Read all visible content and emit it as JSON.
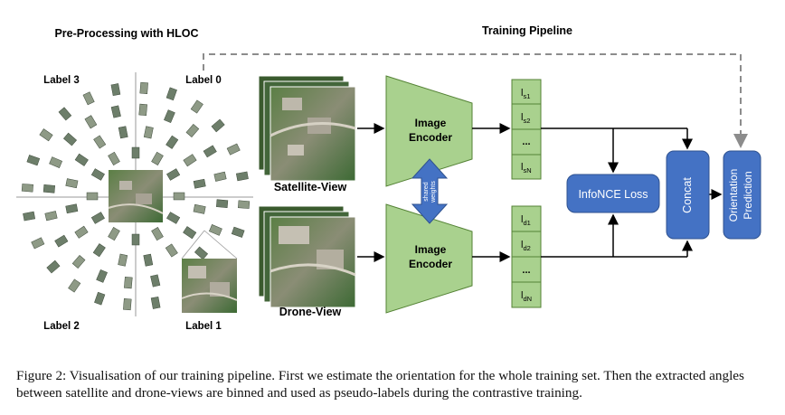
{
  "figure": {
    "preprocessing_title": "Pre-Processing with HLOC",
    "training_title": "Training Pipeline",
    "quadrant_labels": [
      "Label 3",
      "Label 0",
      "Label 2",
      "Label 1"
    ],
    "satellite_view_label": "Satellite-View",
    "drone_view_label": "Drone-View",
    "image_encoder_label": [
      "Image",
      "Encoder"
    ],
    "shared_weights_label": [
      "shared",
      "weights"
    ],
    "satellite_features": [
      {
        "base": "l",
        "sub": "s1"
      },
      {
        "base": "l",
        "sub": "s2"
      },
      {
        "base": "...",
        "sub": ""
      },
      {
        "base": "l",
        "sub": "sN"
      }
    ],
    "drone_features": [
      {
        "base": "l",
        "sub": "d1"
      },
      {
        "base": "l",
        "sub": "d2"
      },
      {
        "base": "...",
        "sub": ""
      },
      {
        "base": "l",
        "sub": "dN"
      }
    ],
    "infonce_label": "InfoNCE Loss",
    "concat_label": "Concat",
    "orientation_label": [
      "Orientation",
      "Prediction"
    ],
    "colors": {
      "encoder_green": "#a9d18e",
      "encoder_border": "#548235",
      "blue_box": "#4472c4",
      "blue_border": "#2f528f",
      "dashed_arrow": "#8c8c8c",
      "map_green": "#4f7a3a"
    }
  },
  "caption": "Figure 2: Visualisation of our training pipeline. First we estimate the orientation for the whole training set. Then the extracted angles between satellite and drone-views are binned and used as pseudo-labels during the contrastive training."
}
